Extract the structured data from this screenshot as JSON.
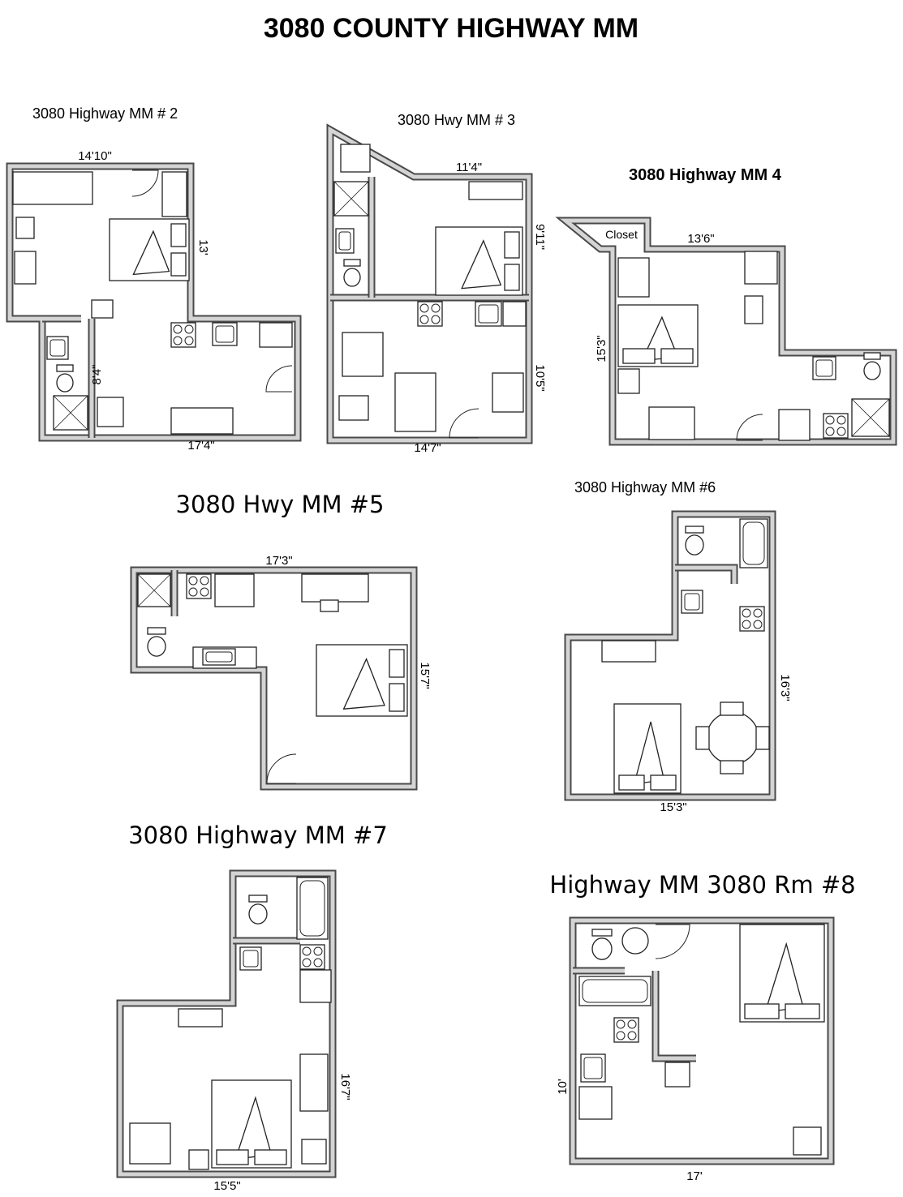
{
  "title": "3080 COUNTY HIGHWAY MM",
  "colors": {
    "wall_outer": "#4a4a4a",
    "wall_fill": "#d4d4d4",
    "furniture": "#222222"
  },
  "plans": [
    {
      "title": "3080 Highway MM # 2",
      "dims": [
        "14'10\"",
        "13'",
        "8'4\"",
        "17'4\""
      ]
    },
    {
      "title": "3080 Hwy MM # 3",
      "dims": [
        "11'4\"",
        "9'11\"",
        "10'5\"",
        "14'7\""
      ]
    },
    {
      "title": "3080 Highway MM 4",
      "closet_label": "Closet",
      "dims": [
        "13'6\"",
        "15'3\""
      ]
    },
    {
      "title": "3080 Hwy MM #5",
      "dims": [
        "17'3\"",
        "15'7\""
      ]
    },
    {
      "title": "3080 Highway MM #6",
      "dims": [
        "16'3\"",
        "15'3\""
      ]
    },
    {
      "title": "3080 Highway MM #7",
      "dims": [
        "16'7\"",
        "15'5\""
      ]
    },
    {
      "title": "Highway MM 3080 Rm #8",
      "dims": [
        "10'",
        "17'"
      ]
    }
  ]
}
